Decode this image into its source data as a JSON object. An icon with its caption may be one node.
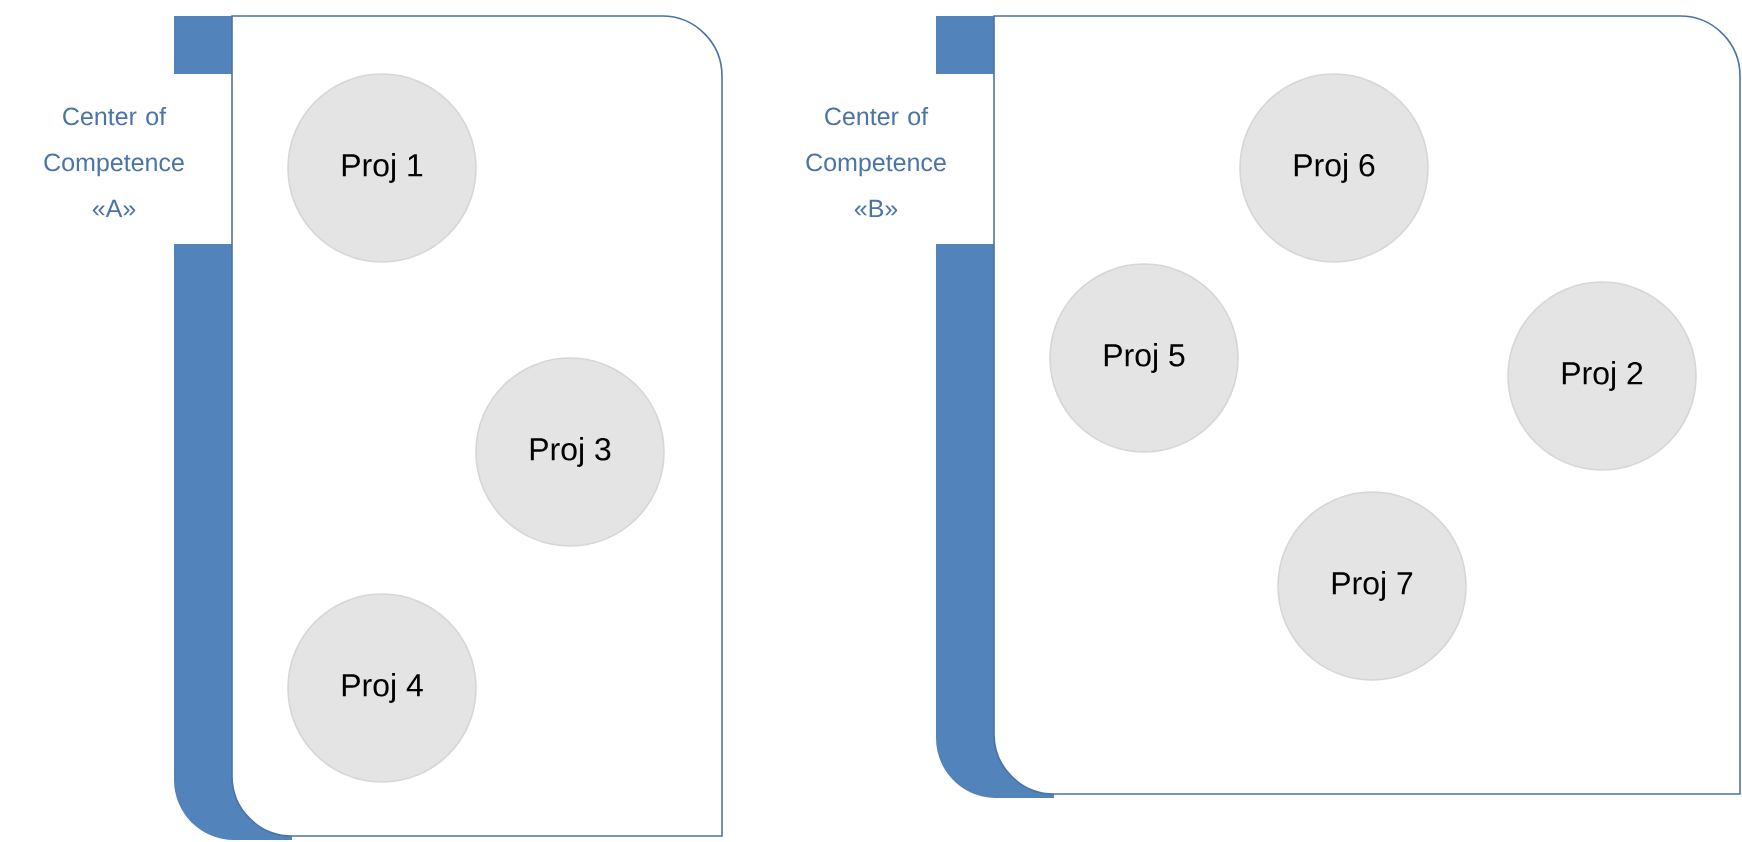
{
  "diagram": {
    "nodes": [
      {
        "text": [
          "Center of Competence «A»"
        ]
      },
      {
        "text": [
          "Proj 1"
        ],
        "in": 0
      },
      {
        "text": [
          "Proj 3"
        ],
        "in": 0
      },
      {
        "text": [
          "Proj 4"
        ],
        "in": 0
      },
      {
        "text": [
          "Center of Competence «B»"
        ]
      },
      {
        "text": [
          "Proj 6"
        ],
        "in": 4
      },
      {
        "text": [
          "Proj 5"
        ],
        "in": 4
      },
      {
        "text": [
          "Proj 2"
        ],
        "in": 4
      },
      {
        "text": [
          "Proj 7"
        ],
        "in": 4
      }
    ]
  }
}
